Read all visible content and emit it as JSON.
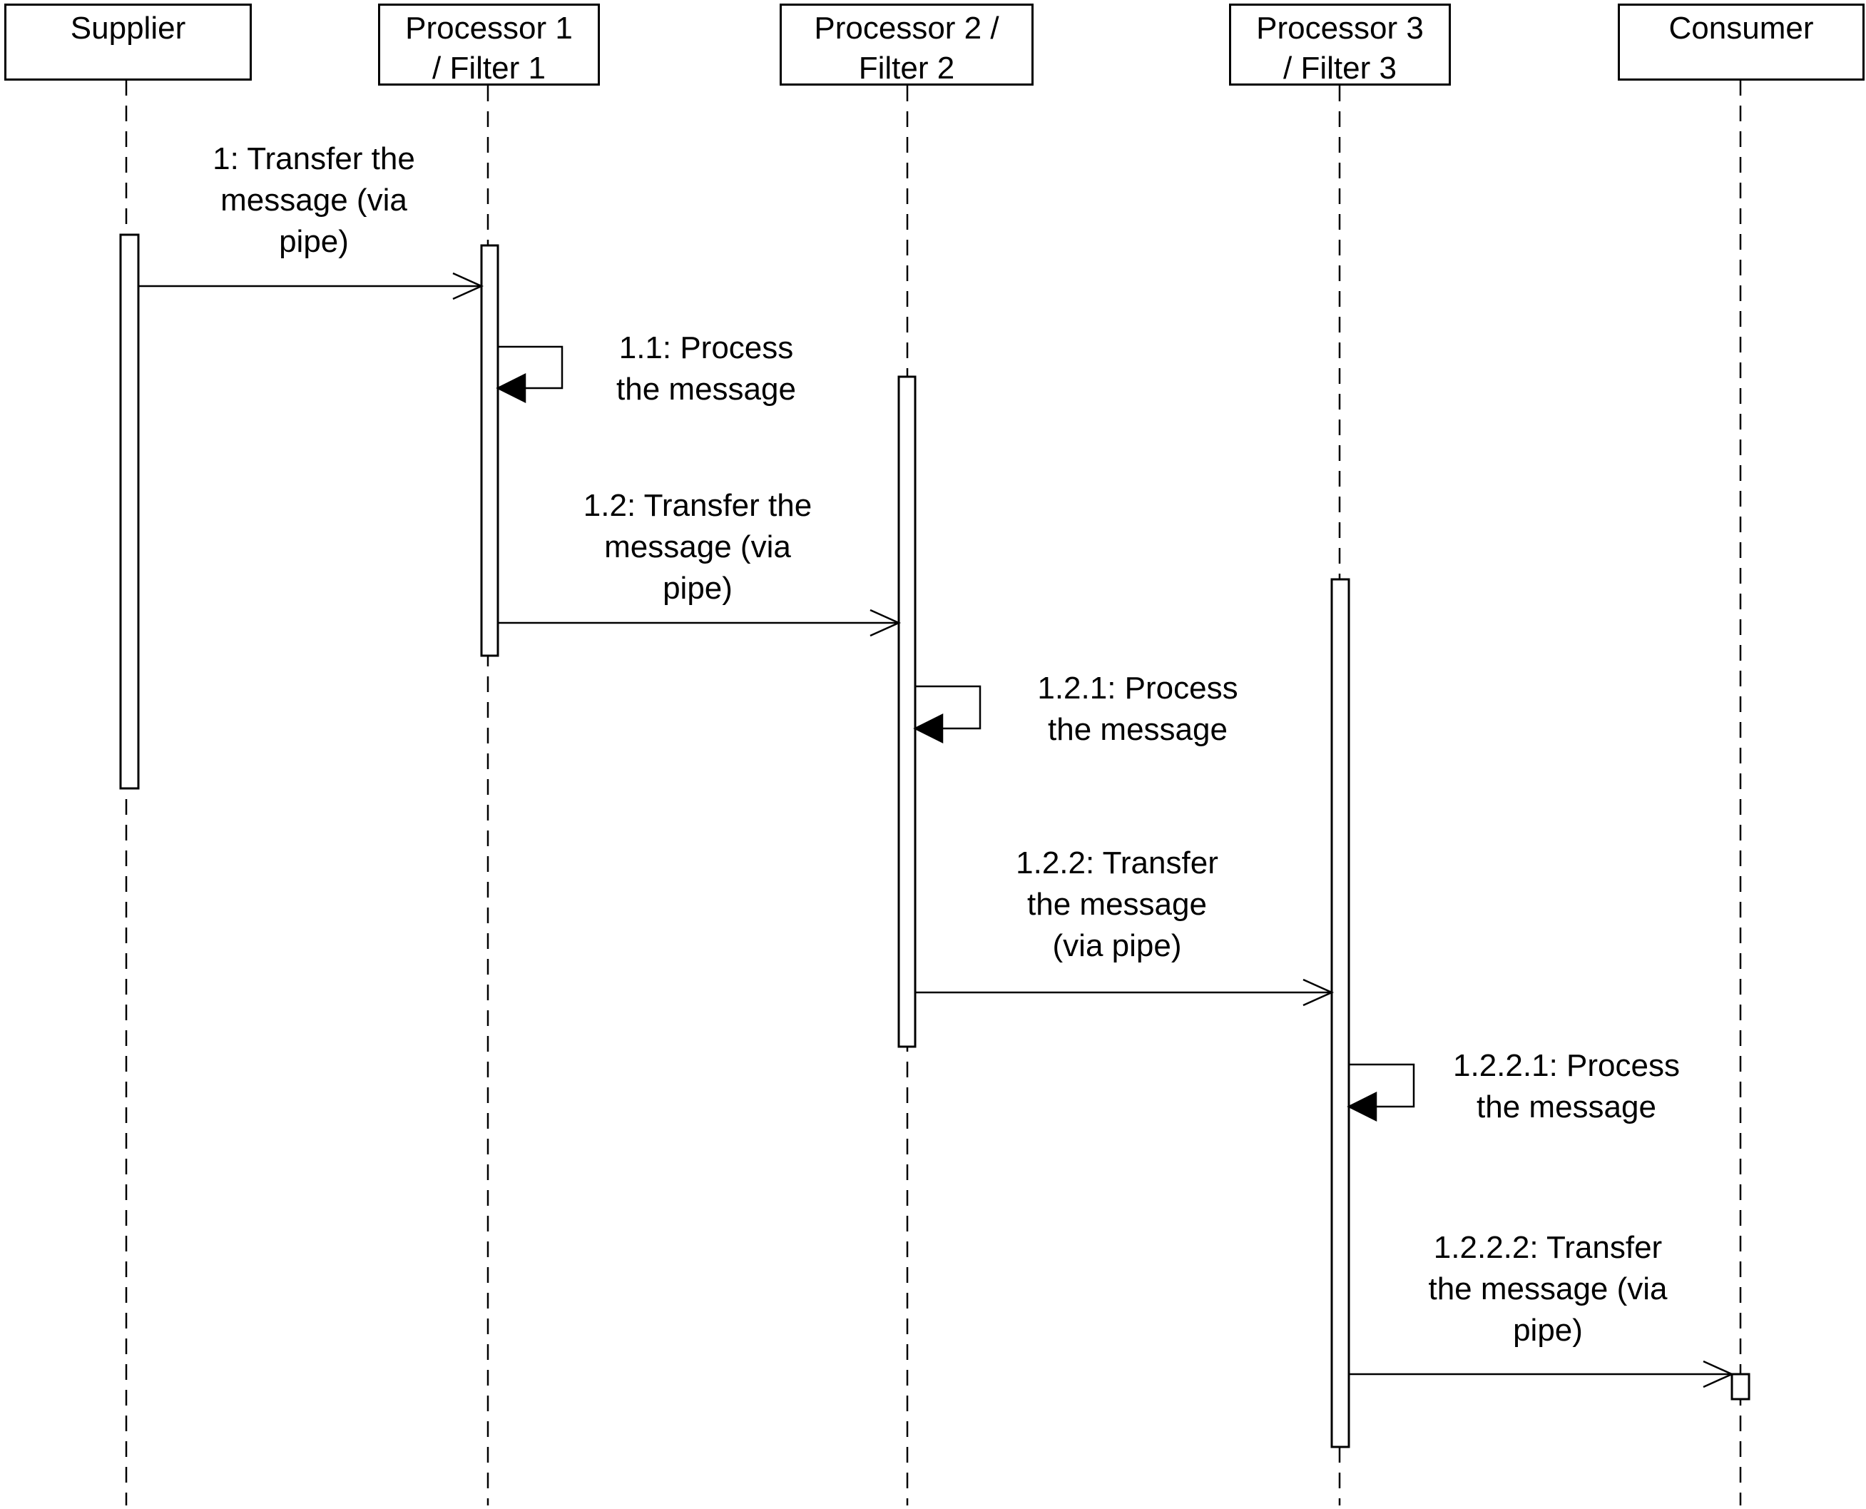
{
  "participants": [
    {
      "id": "supplier",
      "label": "Supplier"
    },
    {
      "id": "p1",
      "label": "Processor 1\n/ Filter 1"
    },
    {
      "id": "p2",
      "label": "Processor 2 /\nFilter 2"
    },
    {
      "id": "p3",
      "label": "Processor 3\n/ Filter 3"
    },
    {
      "id": "consumer",
      "label": "Consumer"
    }
  ],
  "messages": [
    {
      "id": "m1",
      "from": "supplier",
      "to": "p1",
      "kind": "async",
      "label": "1: Transfer the\nmessage (via\npipe)"
    },
    {
      "id": "m11",
      "from": "p1",
      "to": "p1",
      "kind": "self",
      "label": "1.1: Process\nthe message"
    },
    {
      "id": "m12",
      "from": "p1",
      "to": "p2",
      "kind": "async",
      "label": "1.2: Transfer the\nmessage (via\npipe)"
    },
    {
      "id": "m121",
      "from": "p2",
      "to": "p2",
      "kind": "self",
      "label": "1.2.1: Process\nthe message"
    },
    {
      "id": "m122",
      "from": "p2",
      "to": "p3",
      "kind": "async",
      "label": "1.2.2: Transfer\nthe message\n(via pipe)"
    },
    {
      "id": "m1221",
      "from": "p3",
      "to": "p3",
      "kind": "self",
      "label": "1.2.2.1: Process\nthe message"
    },
    {
      "id": "m1222",
      "from": "p3",
      "to": "consumer",
      "kind": "async",
      "label": "1.2.2.2: Transfer\nthe message (via\npipe)"
    }
  ]
}
